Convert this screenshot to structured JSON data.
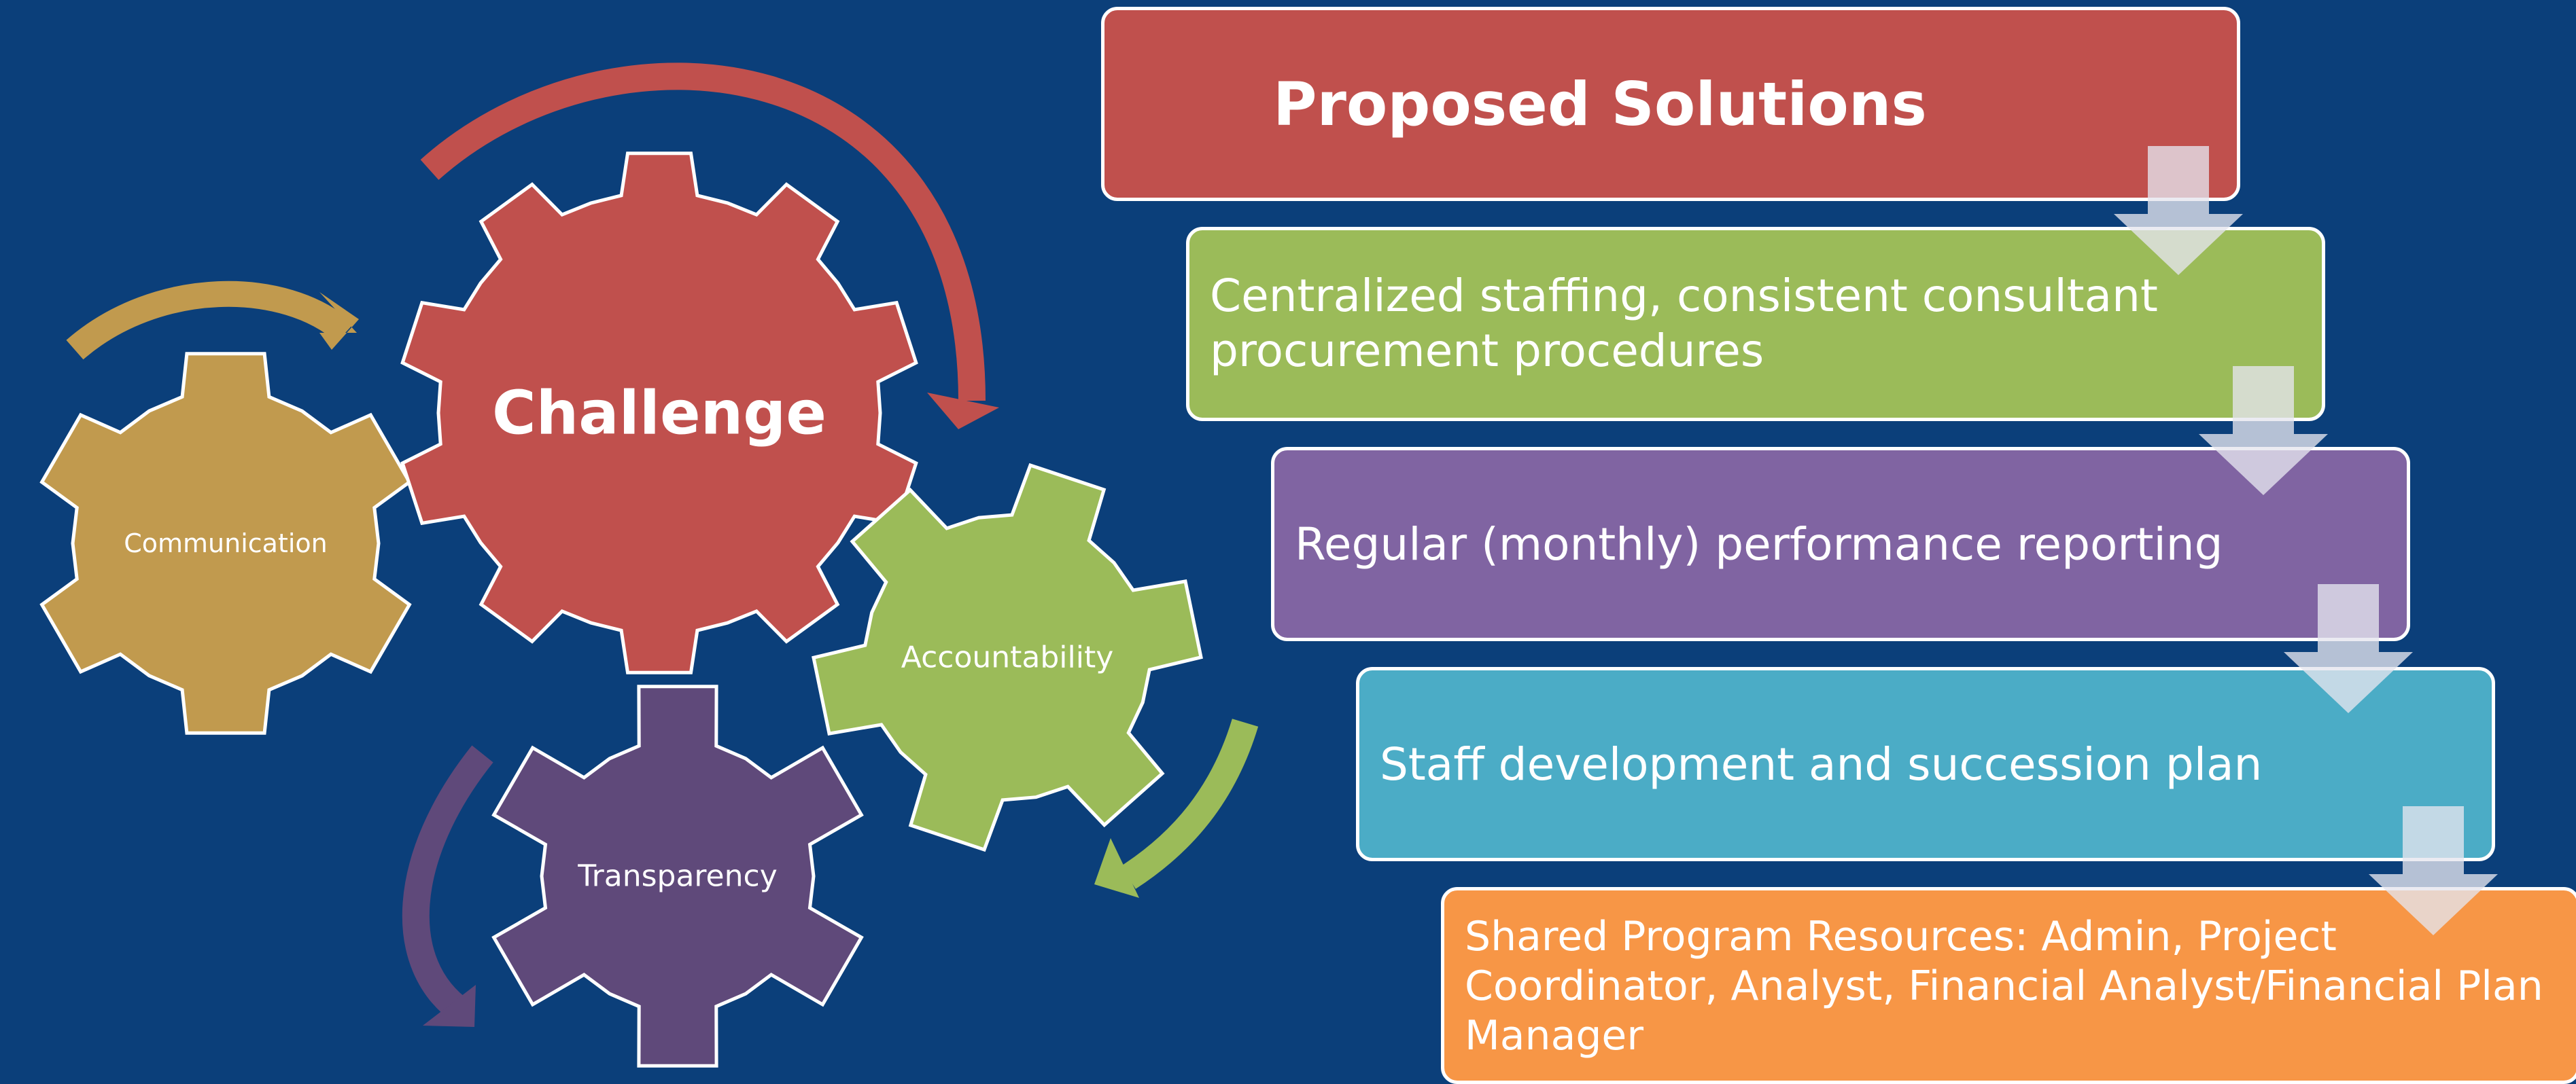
{
  "gears": [
    {
      "label": "Communication",
      "color": "#c19a4e"
    },
    {
      "label": "Challenge",
      "color": "#c0504d"
    },
    {
      "label": "Accountability",
      "color": "#9bbb59"
    },
    {
      "label": "Transparency",
      "color": "#5f497a"
    }
  ],
  "process": {
    "steps": [
      {
        "text": "Proposed Solutions",
        "color": "#c0504d"
      },
      {
        "text": "Centralized staffing, consistent consultant procurement procedures",
        "color": "#9bbb59"
      },
      {
        "text": "Regular (monthly) performance reporting",
        "color": "#8064a2"
      },
      {
        "text": "Staff development and succession plan",
        "color": "#4bacc6"
      },
      {
        "text": "Shared Program Resources: Admin, Project Coordinator, Analyst, Financial Analyst/Financial Plan Manager",
        "color": "#f79646"
      }
    ]
  },
  "colors": {
    "background": "#0b3f7a",
    "arrow_communication": "#c19a4e",
    "arrow_challenge": "#c0504d",
    "arrow_accountability": "#9bbb59",
    "arrow_transparency": "#5f497a",
    "connector_arrow": "#e6e6ee"
  }
}
